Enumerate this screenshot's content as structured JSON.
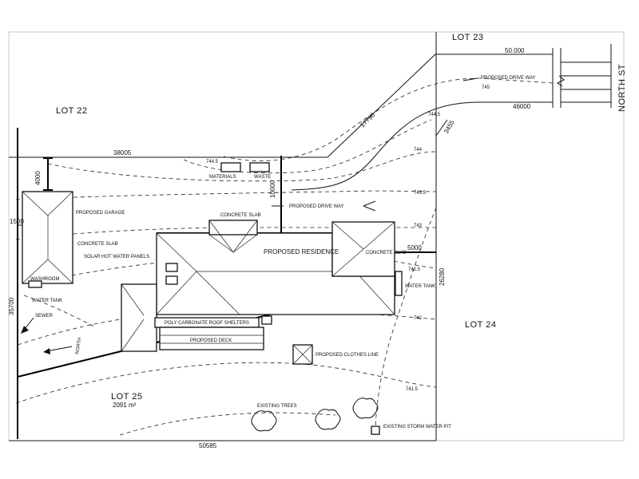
{
  "lots": {
    "lot22": "LOT 22",
    "lot23": "LOT 23",
    "lot24": "LOT 24",
    "lot25": "LOT 25",
    "lot25_area": "2091 m²"
  },
  "street": "NORTH ST",
  "labels": {
    "proposed_garage": "PROPOSED GARAGE",
    "concrete_slab_garage": "CONCRETE SLAB",
    "solar_panels": "SOLAR HOT WATER PANELS",
    "washroom": "WASHROOM",
    "water_tank_left": "WATER TANK",
    "sewer": "SEWER",
    "north": "NORTH",
    "materials": "MATERIALS",
    "waste": "WASTE",
    "concrete_slab_top": "CONCRETE SLAB",
    "proposed_drive_way_mid": "PROPOSED DRIVE WAY",
    "proposed_drive_way_top": "PROPOSED DRIVE WAY",
    "proposed_residence": "PROPOSED RESIDENCE",
    "concrete_slab_right": "CONCRETE SLAB",
    "water_tank_right": "WATER TANK",
    "polycarbonate_roof": "POLY CARBONATE ROOF SHELTERS",
    "proposed_deck": "PROPOSED DECK",
    "proposed_clothes_line": "PROPOSED CLOTHES LINE",
    "existing_trees": "EXISTING TREES",
    "existing_storm_water_pit": "EXISTING STORM WATER PIT"
  },
  "dimensions": {
    "d50000": "50.000",
    "d46000": "46000",
    "d17790": "17790",
    "d38005": "38005",
    "d4000": "4000",
    "d10000": "10000",
    "d5000": "5000",
    "d26280": "26280",
    "d35700": "35700",
    "d1500": "1500",
    "d50585": "50585",
    "d3455": "3455"
  },
  "contours": {
    "c745_top": "745",
    "c7445_a": "744.5",
    "c744": "744",
    "c7435": "743.5",
    "c743": "743",
    "c7425": "742.5",
    "c742": "742",
    "c7415": "741.5",
    "c7445_b": "744.5"
  }
}
